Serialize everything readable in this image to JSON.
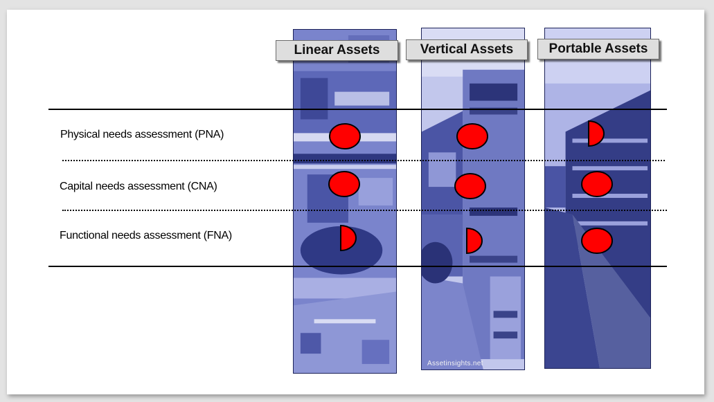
{
  "columns": [
    {
      "label": "Linear Assets"
    },
    {
      "label": "Vertical Assets"
    },
    {
      "label": "Portable Assets"
    }
  ],
  "rows": [
    {
      "label": "Physical needs assessment (PNA)"
    },
    {
      "label": "Capital needs assessment (CNA)"
    },
    {
      "label": "Functional needs assessment (FNA)"
    }
  ],
  "coverage": {
    "linear": [
      "full",
      "full",
      "half"
    ],
    "vertical": [
      "full",
      "full",
      "half"
    ],
    "portable": [
      "half",
      "full",
      "full"
    ]
  },
  "watermark": "Assetinsights.net",
  "colors": {
    "marker": "#ff0000",
    "photo_tint": "#5560b8",
    "label_bg": "#dedede"
  }
}
